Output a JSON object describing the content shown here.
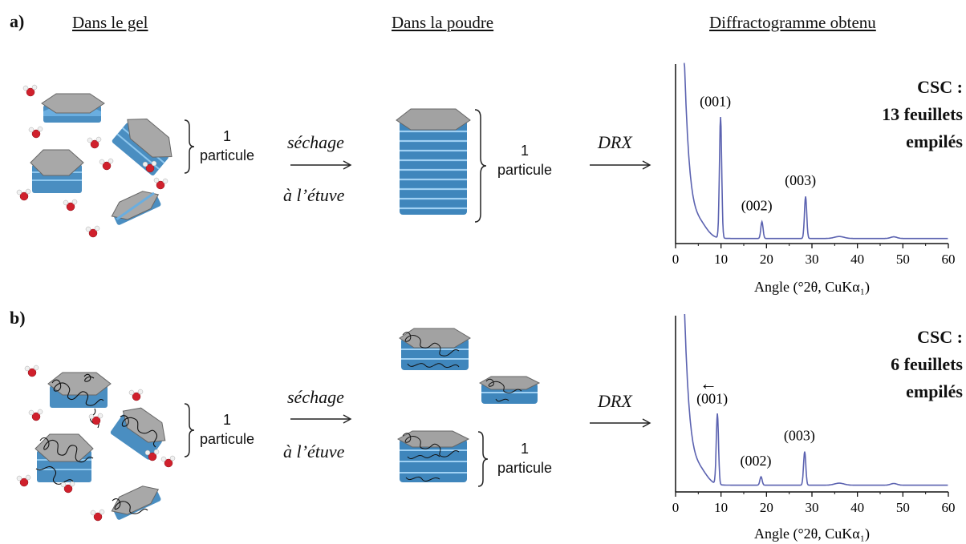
{
  "headings": {
    "gel": "Dans le gel",
    "powder": "Dans la poudre",
    "diffractogram": "Diffractogramme obtenu"
  },
  "panels": [
    {
      "label": "a)",
      "gel_particle_count": "1",
      "gel_particle_word": "particule",
      "drying_line1": "séchage",
      "drying_line2": "à l’étuve",
      "powder_particle_count": "1",
      "powder_particle_word": "particule",
      "xrd": "DRX",
      "csc_line1": "CSC :",
      "csc_line2": "13 feuillets",
      "csc_line3": "empilés",
      "shift_arrow": ""
    },
    {
      "label": "b)",
      "gel_particle_count": "1",
      "gel_particle_word": "particule",
      "drying_line1": "séchage",
      "drying_line2": "à l’étuve",
      "powder_particle_count": "1",
      "powder_particle_word": "particule",
      "xrd": "DRX",
      "csc_line1": "CSC :",
      "csc_line2": "6 feuillets",
      "csc_line3": "empilés",
      "shift_arrow": "←"
    }
  ],
  "chart_data": [
    {
      "type": "line",
      "xlabel": "Angle (°2θ, CuKα₁)",
      "xlim": [
        0,
        60
      ],
      "x_ticks": [
        "0",
        "10",
        "20",
        "30",
        "40",
        "50",
        "60"
      ],
      "peaks": [
        {
          "label": "(001)",
          "x": 9.9,
          "intensity": 0.72
        },
        {
          "label": "(002)",
          "x": 19.0,
          "intensity": 0.1
        },
        {
          "label": "(003)",
          "x": 28.6,
          "intensity": 0.25
        }
      ]
    },
    {
      "type": "line",
      "xlabel": "Angle (°2θ, CuKα₁)",
      "xlim": [
        0,
        60
      ],
      "x_ticks": [
        "0",
        "10",
        "20",
        "30",
        "40",
        "50",
        "60"
      ],
      "peaks": [
        {
          "label": "(001)",
          "x": 9.2,
          "intensity": 0.42
        },
        {
          "label": "(002)",
          "x": 18.8,
          "intensity": 0.05
        },
        {
          "label": "(003)",
          "x": 28.4,
          "intensity": 0.2
        }
      ]
    }
  ]
}
